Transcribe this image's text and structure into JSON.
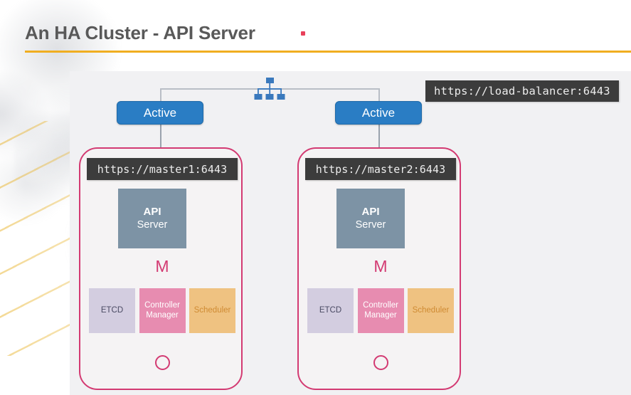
{
  "slide": {
    "title": "An HA Cluster - API Server",
    "title_dot": "",
    "accent_rule_color": "#f0ae21",
    "title_color": "#595959"
  },
  "diagram": {
    "panel_bg": "#f1f1f3",
    "load_balancer": {
      "icon": "network-hierarchy-icon",
      "url_label": "https://load-balancer:6443"
    },
    "connector_color": "#b9bec6",
    "nodes": [
      {
        "id": "master1",
        "state_label": "Active",
        "state_color": "#2a7dc4",
        "url_label": "https://master1:6443",
        "api_server": {
          "line1": "API",
          "line2": "Server",
          "color": "#7d93a5"
        },
        "role_label": "M",
        "role_color": "#d33a72",
        "border_color": "#d33a72",
        "components": [
          {
            "label": "ETCD",
            "color": "#d3cde0",
            "text_color": "#4a4a63"
          },
          {
            "label": "Controller Manager",
            "color": "#e78cb0",
            "text_color": "#ffffff"
          },
          {
            "label": "Scheduler",
            "color": "#efc281",
            "text_color": "#cf8b33"
          }
        ]
      },
      {
        "id": "master2",
        "state_label": "Active",
        "state_color": "#2a7dc4",
        "url_label": "https://master2:6443",
        "api_server": {
          "line1": "API",
          "line2": "Server",
          "color": "#7d93a5"
        },
        "role_label": "M",
        "role_color": "#d33a72",
        "border_color": "#d33a72",
        "components": [
          {
            "label": "ETCD",
            "color": "#d3cde0",
            "text_color": "#4a4a63"
          },
          {
            "label": "Controller Manager",
            "color": "#e78cb0",
            "text_color": "#ffffff"
          },
          {
            "label": "Scheduler",
            "color": "#efc281",
            "text_color": "#cf8b33"
          }
        ]
      }
    ]
  }
}
